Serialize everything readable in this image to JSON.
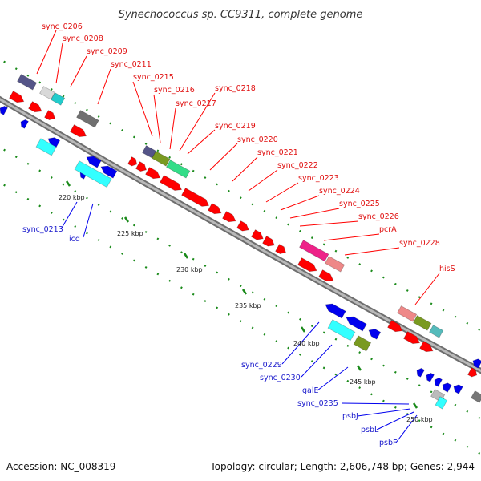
{
  "title": "Synechococcus sp. CC9311, complete genome",
  "footer": {
    "accession": "Accession: NC_008319",
    "summary": "Topology: circular; Length: 2,606,748 bp; Genes: 2,944"
  },
  "colors": {
    "forward": "#ff0000",
    "reverse": "#0000ee",
    "rna": "#33ffff",
    "backbone": "#888888",
    "dots": "#1a8a1a"
  },
  "ticks": [
    "220 kbp",
    "225 kbp",
    "230 kbp",
    "235 kbp",
    "240 kbp",
    "245 kbp",
    "250 kbp"
  ],
  "labels": [
    {
      "id": "sync_0206",
      "text": "sync_0206",
      "strand": "forward"
    },
    {
      "id": "sync_0208",
      "text": "sync_0208",
      "strand": "forward"
    },
    {
      "id": "sync_0209",
      "text": "sync_0209",
      "strand": "forward"
    },
    {
      "id": "sync_0211",
      "text": "sync_0211",
      "strand": "forward"
    },
    {
      "id": "sync_0215",
      "text": "sync_0215",
      "strand": "forward"
    },
    {
      "id": "sync_0216",
      "text": "sync_0216",
      "strand": "forward"
    },
    {
      "id": "sync_0217",
      "text": "sync_0217",
      "strand": "forward"
    },
    {
      "id": "sync_0218",
      "text": "sync_0218",
      "strand": "forward"
    },
    {
      "id": "sync_0219",
      "text": "sync_0219",
      "strand": "forward"
    },
    {
      "id": "sync_0220",
      "text": "sync_0220",
      "strand": "forward"
    },
    {
      "id": "sync_0221",
      "text": "sync_0221",
      "strand": "forward"
    },
    {
      "id": "sync_0222",
      "text": "sync_0222",
      "strand": "forward"
    },
    {
      "id": "sync_0223",
      "text": "sync_0223",
      "strand": "forward"
    },
    {
      "id": "sync_0224",
      "text": "sync_0224",
      "strand": "forward"
    },
    {
      "id": "sync_0225",
      "text": "sync_0225",
      "strand": "forward"
    },
    {
      "id": "sync_0226",
      "text": "sync_0226",
      "strand": "forward"
    },
    {
      "id": "pcrA",
      "text": "pcrA",
      "strand": "forward"
    },
    {
      "id": "sync_0228",
      "text": "sync_0228",
      "strand": "forward"
    },
    {
      "id": "hisS",
      "text": "hisS",
      "strand": "forward"
    },
    {
      "id": "sync_0213",
      "text": "sync_0213",
      "strand": "reverse"
    },
    {
      "id": "icd",
      "text": "icd",
      "strand": "reverse"
    },
    {
      "id": "sync_0229",
      "text": "sync_0229",
      "strand": "reverse"
    },
    {
      "id": "sync_0230",
      "text": "sync_0230",
      "strand": "reverse"
    },
    {
      "id": "galE",
      "text": "galE",
      "strand": "reverse"
    },
    {
      "id": "sync_0235",
      "text": "sync_0235",
      "strand": "reverse"
    },
    {
      "id": "psbJ",
      "text": "psbJ",
      "strand": "reverse"
    },
    {
      "id": "psbL",
      "text": "psbL",
      "strand": "reverse"
    },
    {
      "id": "psbF",
      "text": "psbF",
      "strand": "reverse"
    }
  ]
}
